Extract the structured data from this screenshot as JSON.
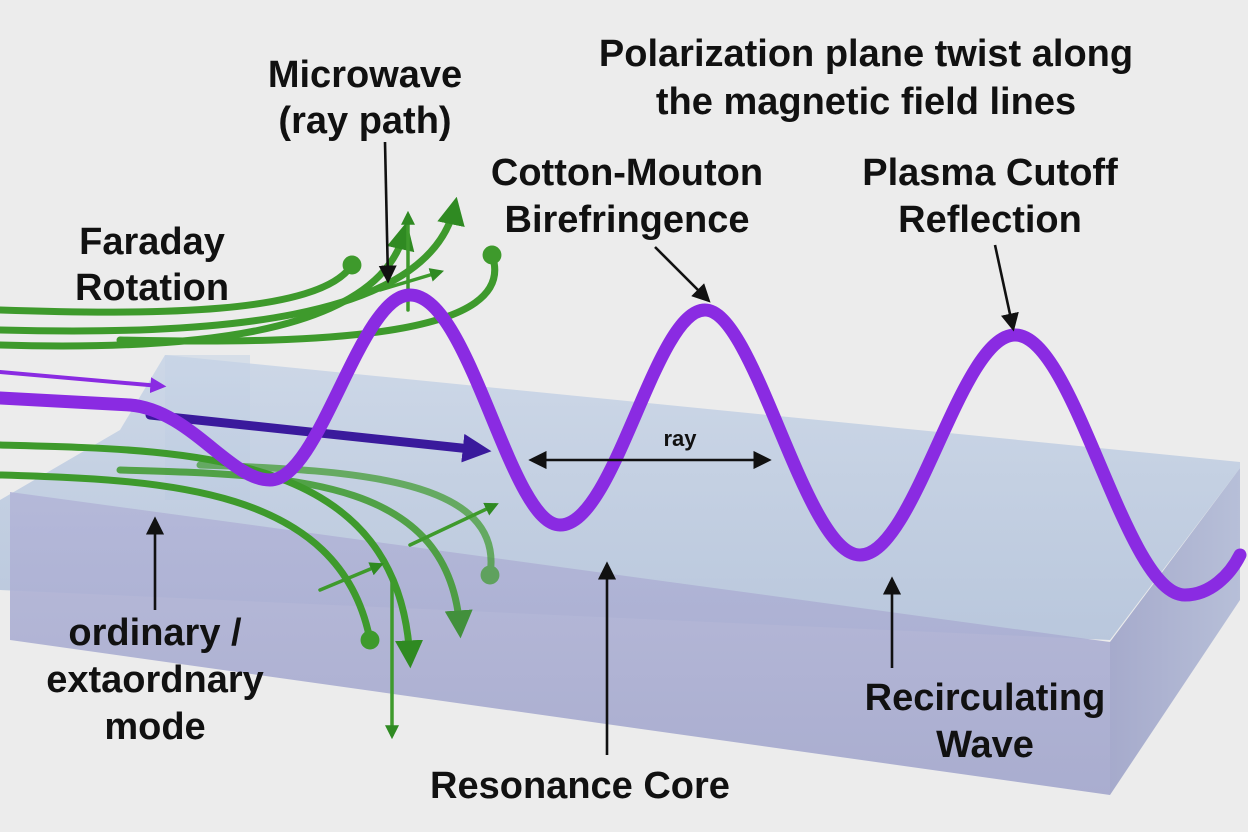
{
  "labels": {
    "polarization_line1": "Polarization plane twist along",
    "polarization_line2": "the magnetic field lines",
    "microwave_line1": "Microwave",
    "microwave_line2": "(ray path)",
    "cotton_line1": "Cotton-Mouton",
    "cotton_line2": "Birefringence",
    "cutoff_line1": "Plasma Cutoff",
    "cutoff_line2": "Reflection",
    "faraday_line1": "Faraday",
    "faraday_line2": "Rotation",
    "ray": "ray",
    "mode_line1": "ordinary /",
    "mode_line2": "extaordnary",
    "mode_line3": "mode",
    "recirc_line1": "Recirculating",
    "recirc_line2": "Wave",
    "resonance": "Resonance Core"
  },
  "colors": {
    "background": "#ececec",
    "slab_top": "#b7c7dc",
    "slab_front": "#a9aed0",
    "wave_purple": "#8a2be2",
    "arrow_indigo": "#3a1a9c",
    "field_green": "#3e9a2c",
    "annotation": "#111111"
  }
}
